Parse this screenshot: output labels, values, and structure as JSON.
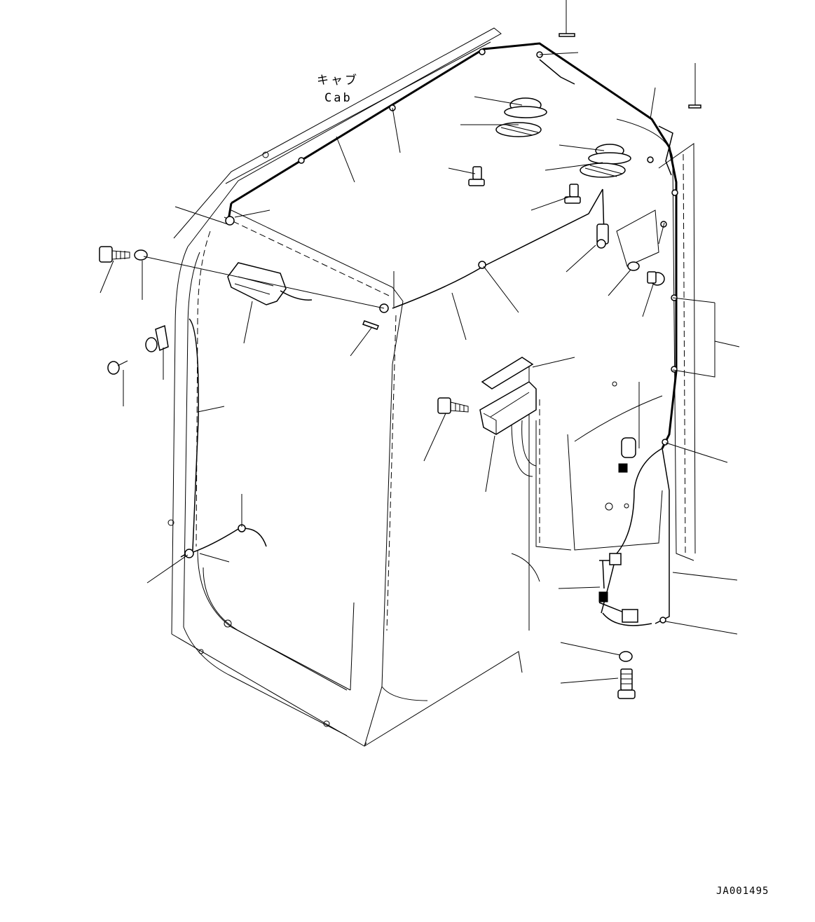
{
  "labels": {
    "cab_ja": "キャブ",
    "cab_en": "Cab",
    "drawing_code": "JA001495"
  }
}
